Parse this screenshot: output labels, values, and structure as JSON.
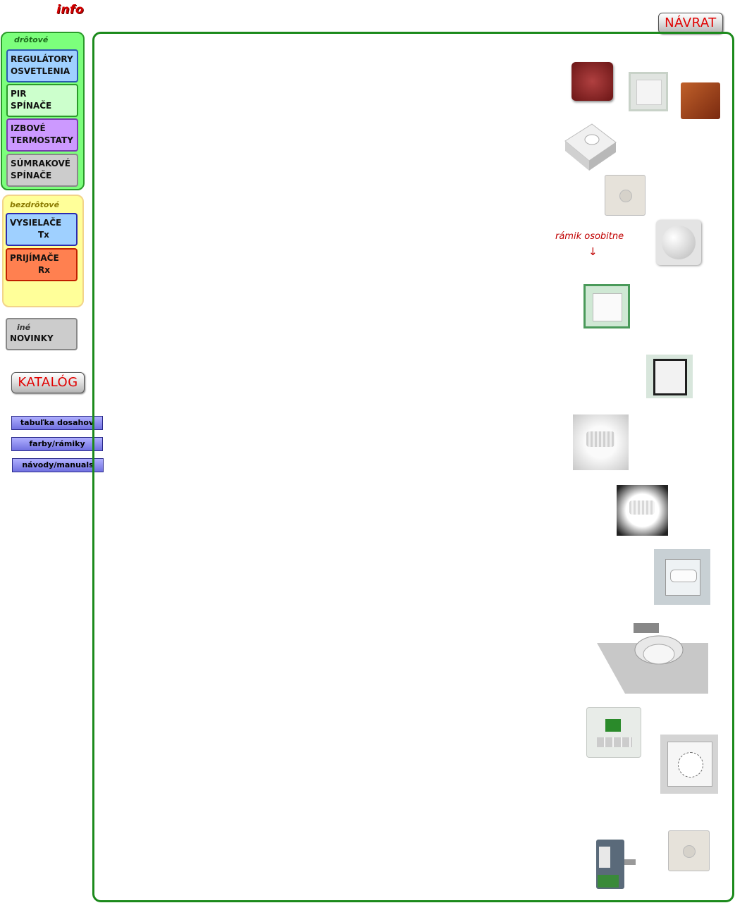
{
  "header": {
    "info_link": "info",
    "back_button": "NÁVRAT"
  },
  "sidebar": {
    "wired": {
      "label": "drôtové",
      "items": [
        {
          "line1": "REGULÁTORY",
          "line2": "OSVETLENIA",
          "color": "#9fd0ff"
        },
        {
          "line1": "PIR",
          "line2": "SPÍNAČE",
          "color": "#ccffcc"
        },
        {
          "line1": "IZBOVÉ",
          "line2": "TERMOSTATY",
          "color": "#cc99ff"
        },
        {
          "line1": "SÚMRAKOVÉ",
          "line2": "SPÍNAČE",
          "color": "#cccccc"
        }
      ]
    },
    "wireless": {
      "label": "bezdrôtové",
      "items": [
        {
          "line1": "VYSIELAČE",
          "line2": "Tx",
          "color": "#9fd0ff"
        },
        {
          "line1": "PRIJÍMAČE",
          "line2": "Rx",
          "color": "#ff8050"
        }
      ]
    },
    "other": {
      "label": "iné",
      "item": "NOVINKY"
    },
    "catalog_button": "KATALÓG",
    "links": [
      "tabuľka dosahov",
      "farby/rámiky",
      "návody/manuals"
    ]
  },
  "main": {
    "frame_color": "#1c8a1c",
    "annotation": "rámik osobitne",
    "annotation_arrow": "↓",
    "accent_red": "#c00000"
  },
  "products": [
    {
      "name": "dimmer-red-icon"
    },
    {
      "name": "dimmer-white-icon"
    },
    {
      "name": "dimmer-wood-icon"
    },
    {
      "name": "ceiling-pir-box-icon"
    },
    {
      "name": "round-switch-icon"
    },
    {
      "name": "pir-dome-icon"
    },
    {
      "name": "pir-green-frame-icon"
    },
    {
      "name": "pir-black-frame-icon"
    },
    {
      "name": "pir-wall-sensor-icon"
    },
    {
      "name": "pir-wall-sensor-dark-icon"
    },
    {
      "name": "pir-grey-frame-icon"
    },
    {
      "name": "ceiling-pir-360-icon"
    },
    {
      "name": "digital-thermostat-icon"
    },
    {
      "name": "dial-thermostat-icon"
    },
    {
      "name": "twilight-module-icon"
    },
    {
      "name": "twilight-switch-icon"
    }
  ]
}
